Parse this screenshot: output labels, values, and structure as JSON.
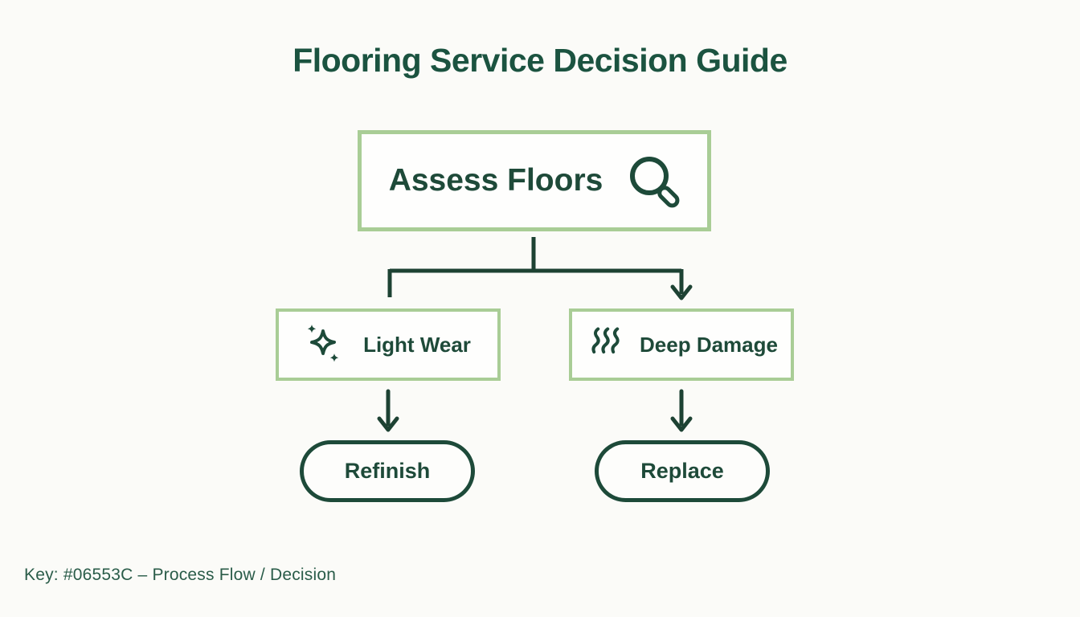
{
  "title": "Flooring Service Decision Guide",
  "colors": {
    "brand_dark_green": "#06553C",
    "node_border_light_green": "#A9CD96",
    "text_dark_green": "#1B5340",
    "connector_green": "#1D4233",
    "background": "#FBFBF8"
  },
  "diagram": {
    "type": "flowchart",
    "root": {
      "label": "Assess Floors",
      "icon": "magnifier-icon"
    },
    "branches": [
      {
        "label": "Light Wear",
        "icon": "sparkles-icon",
        "result": "Refinish"
      },
      {
        "label": "Deep Damage",
        "icon": "scratches-icon",
        "result": "Replace"
      }
    ]
  },
  "footer": {
    "key_label": "Key: #06553C – Process Flow / Decision"
  }
}
